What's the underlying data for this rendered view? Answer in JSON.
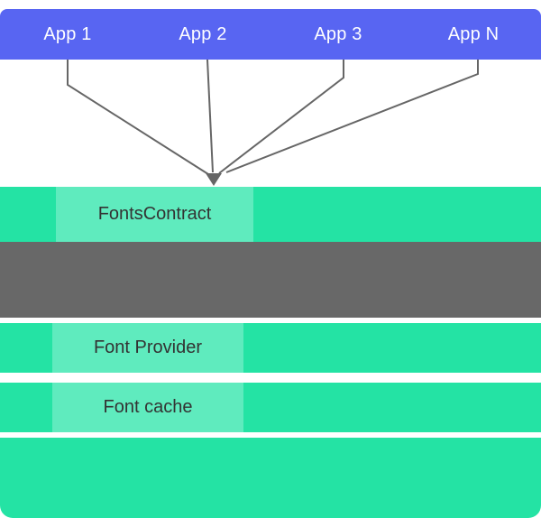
{
  "apps": [
    {
      "label": "App 1"
    },
    {
      "label": "App 2"
    },
    {
      "label": "App 3"
    },
    {
      "label": "App N"
    }
  ],
  "layers": {
    "fonts_contract": "FontsContract",
    "font_provider": "Font Provider",
    "font_cache": "Font cache"
  },
  "colors": {
    "app_bar_blue": "#5865F2",
    "band_teal": "#24E3A4",
    "label_panel_teal": "#5FEBBE",
    "gray_layer": "#686868",
    "arrow_gray": "#666666",
    "app_text": "#FFFFFF",
    "label_text": "#333333"
  }
}
